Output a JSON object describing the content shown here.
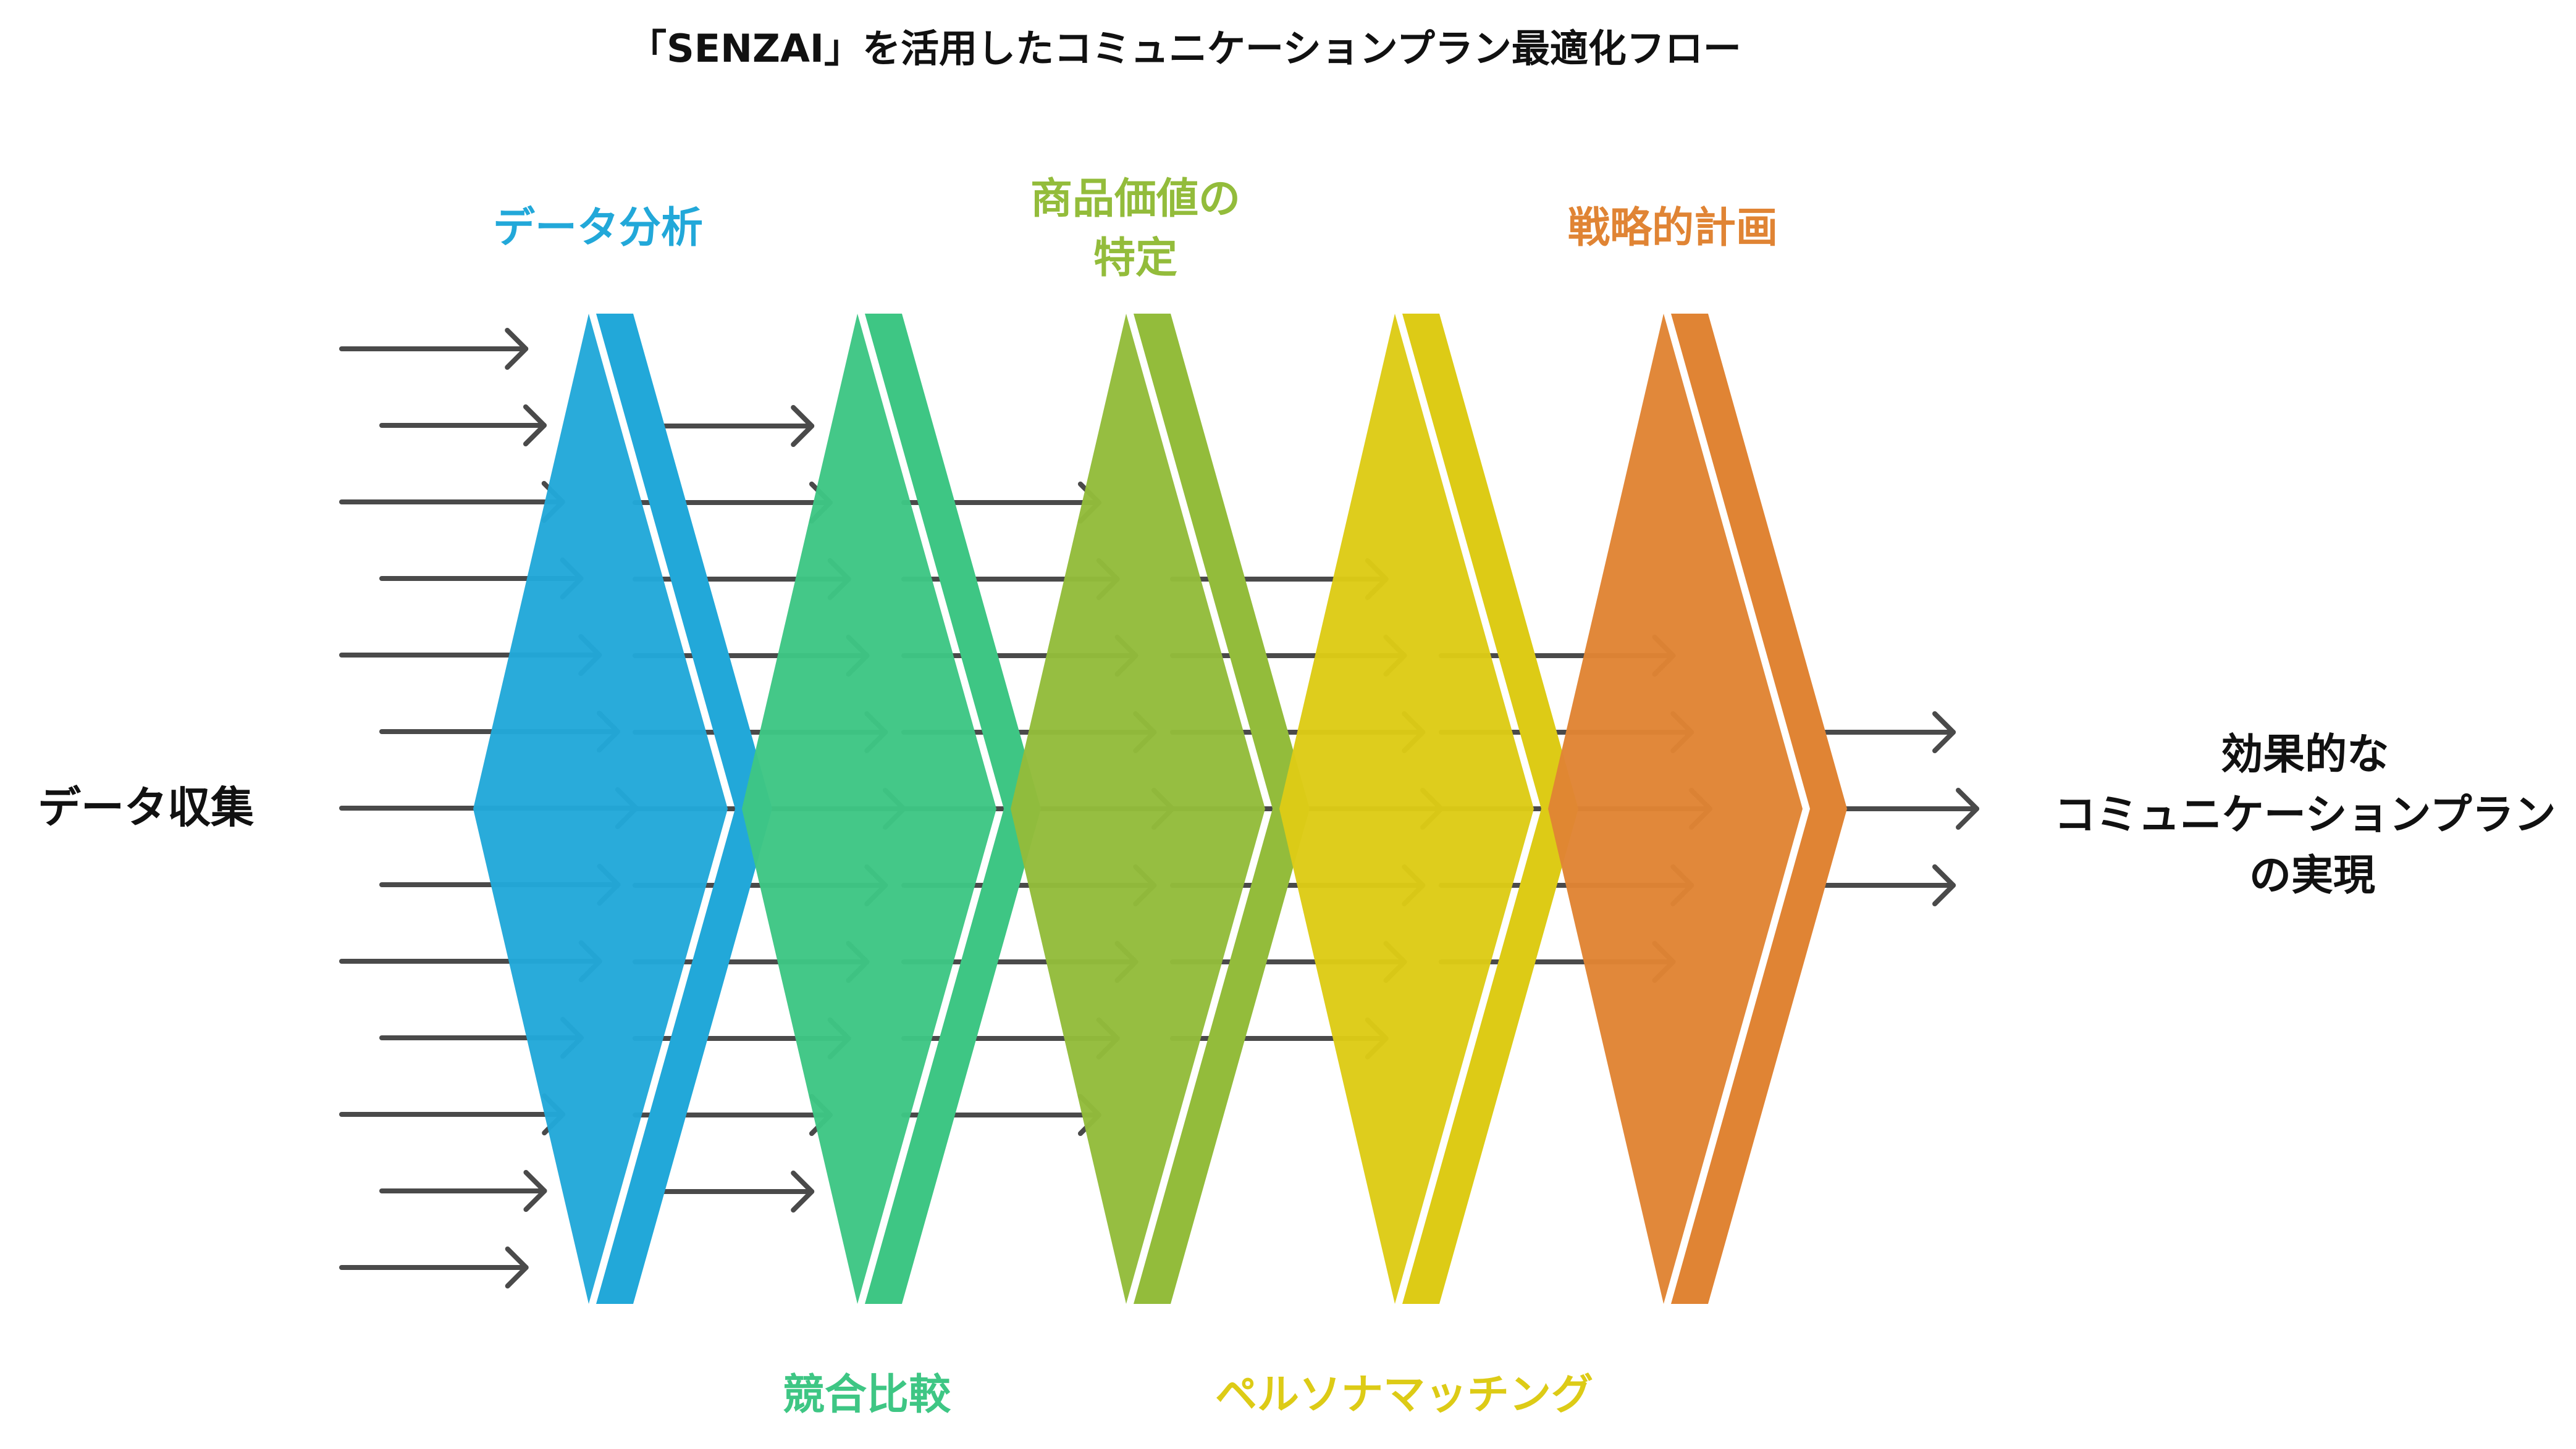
{
  "title": "「SENZAI」を活用したコミュニケーションプラン最適化フロー",
  "input_label": "データ収集",
  "output_label": [
    "効果的な",
    "コミュニケーションプラン",
    "の実現"
  ],
  "stages": [
    {
      "label": [
        "データ分析"
      ],
      "color": "#22a8d9",
      "label_position": "top"
    },
    {
      "label": [
        "競合比較"
      ],
      "color": "#3ec684",
      "label_position": "bottom"
    },
    {
      "label": [
        "商品価値の",
        "特定"
      ],
      "color": "#93bc3b",
      "label_position": "top"
    },
    {
      "label": [
        "ペルソナマッチング"
      ],
      "color": "#ddcb16",
      "label_position": "bottom"
    },
    {
      "label": [
        "戦略的計画"
      ],
      "color": "#e08434",
      "label_position": "top"
    }
  ],
  "colors": {
    "title_text": "#111111",
    "arrow": "#4a4a4a",
    "background": "#ffffff"
  }
}
